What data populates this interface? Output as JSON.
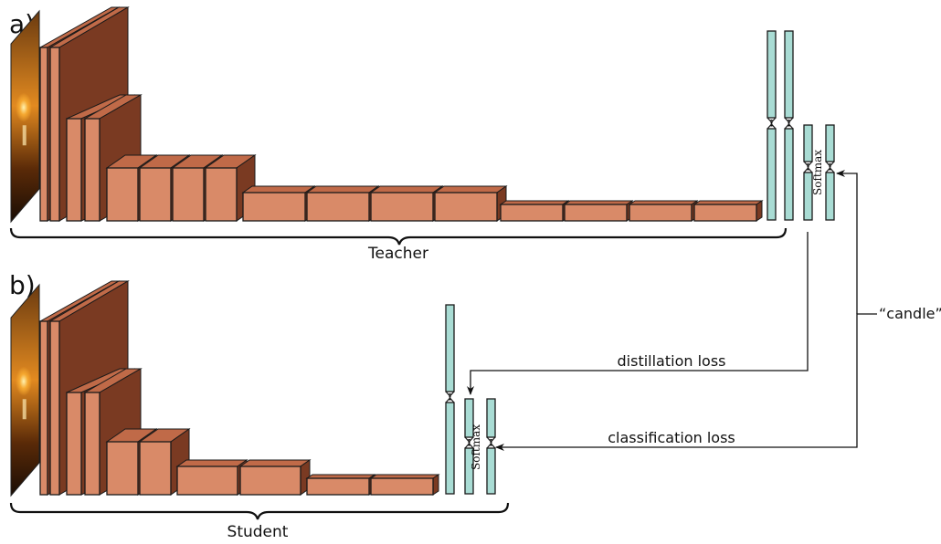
{
  "panel_a": {
    "label": "a)",
    "brace_label": "Teacher",
    "softmax_label": "Softmax"
  },
  "panel_b": {
    "label": "b)",
    "brace_label": "Student",
    "softmax_label": "Softmax"
  },
  "arrows": {
    "distillation": "distillation loss",
    "classification": "classification loss",
    "target": "“candle”"
  },
  "colors": {
    "block_front": "#d98a68",
    "block_side": "#7a3a22",
    "block_top": "#c06a48",
    "fc_layer": "#a9dcd4",
    "outline": "#1a1a1a"
  }
}
